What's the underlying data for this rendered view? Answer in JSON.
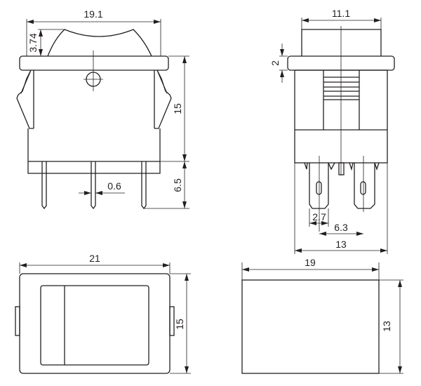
{
  "title": "Rocker switch dimension drawing",
  "views": {
    "front": {
      "width": "19.1",
      "rocker_height": "3.74",
      "body_height": "15",
      "pin_length": "6.5",
      "pin_width": "0.6"
    },
    "side": {
      "top_width": "11.1",
      "flange_thickness": "2",
      "terminal_width": "2.7",
      "terminal_pitch": "6.3",
      "body_width": "13"
    },
    "top": {
      "width": "21",
      "height": "15"
    },
    "cutout": {
      "width": "19",
      "height": "13"
    }
  }
}
